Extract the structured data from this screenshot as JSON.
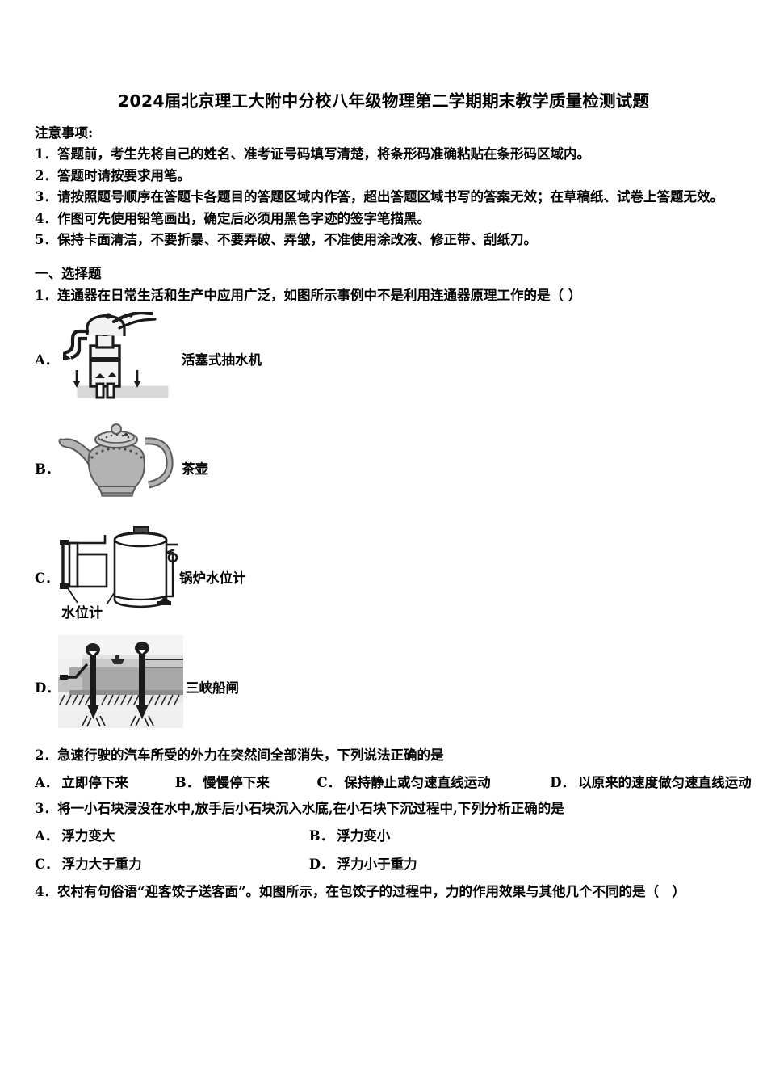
{
  "document": {
    "title": "2024届北京理工大附中分校八年级物理第二学期期末教学质量检测试题",
    "notice_heading": "注意事项:",
    "notice_items": [
      "1．答题前，考生先将自己的姓名、准考证号码填写清楚，将条形码准确粘贴在条形码区域内。",
      "2．答题时请按要求用笔。",
      "3．请按照题号顺序在答题卡各题目的答题区域内作答，超出答题区域书写的答案无效；在草稿纸、试卷上答题无效。",
      "4．作图可先使用铅笔画出，确定后必须用黑色字迹的签字笔描黑。",
      "5．保持卡面清洁，不要折暴、不要弄破、弄皱，不准使用涂改液、修正带、刮纸刀。"
    ],
    "section_heading": "一、选择题"
  },
  "questions": [
    {
      "id": "q1",
      "stem": "1．连通器在日常生活和生产中应用广泛，如图所示事例中不是利用连通器原理工作的是（ ）",
      "figure_options": [
        {
          "letter": "A．",
          "caption": "活塞式抽水机",
          "art": "piston-water-pump"
        },
        {
          "letter": "B．",
          "caption": "茶壶",
          "art": "teapot"
        },
        {
          "letter": "C．",
          "caption": "锅炉水位计",
          "art": "boiler-water-gauge",
          "inner_label": "水位计"
        },
        {
          "letter": "D．",
          "caption": "三峡船闸",
          "art": "three-gorges-ship-lock"
        }
      ]
    },
    {
      "id": "q2",
      "stem": "2．急速行驶的汽车所受的外力在突然间全部消失，下列说法正确的是",
      "options": [
        {
          "letter": "A．",
          "text": "立即停下来"
        },
        {
          "letter": "B．",
          "text": "慢慢停下来"
        },
        {
          "letter": "C．",
          "text": "保持静止或匀速直线运动"
        },
        {
          "letter": "D．",
          "text": "以原来的速度做匀速直线运动"
        }
      ]
    },
    {
      "id": "q3",
      "stem": "3．将一小石块浸没在水中,放手后小石块沉入水底,在小石块下沉过程中,下列分析正确的是",
      "options": [
        {
          "letter": "A．",
          "text": "浮力变大"
        },
        {
          "letter": "B．",
          "text": "浮力变小"
        },
        {
          "letter": "C．",
          "text": "浮力大于重力"
        },
        {
          "letter": "D．",
          "text": "浮力小于重力"
        }
      ]
    },
    {
      "id": "q4",
      "stem": "4．农村有句俗语“迎客饺子送客面”。如图所示，在包饺子的过程中，力的作用效果与其他几个不同的是（　）"
    }
  ],
  "colors": {
    "text": "#000000",
    "page_background": "#ffffff",
    "art_fill_light": "#d9d9d9",
    "art_fill_mid": "#b3b3b3",
    "art_fill_dark": "#7a7a7a",
    "art_stroke": "#1a1a1a"
  }
}
